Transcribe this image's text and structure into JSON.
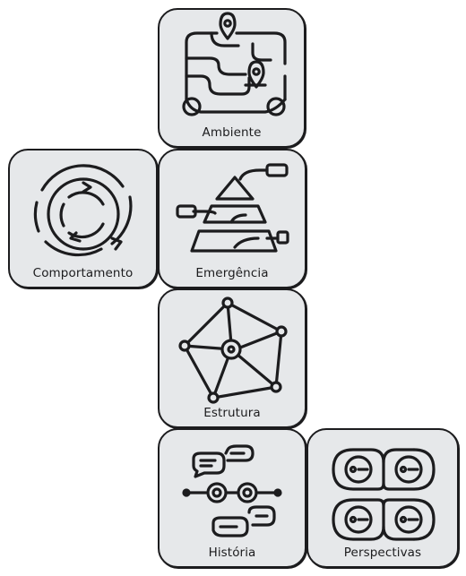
{
  "tiles": {
    "ambiente": {
      "label": "Ambiente",
      "icon": "map-icon"
    },
    "comportamento": {
      "label": "Comportamento",
      "icon": "cycle-icon"
    },
    "emergencia": {
      "label": "Emergência",
      "icon": "pyramid-icon"
    },
    "estrutura": {
      "label": "Estrutura",
      "icon": "network-icon"
    },
    "historia": {
      "label": "História",
      "icon": "timeline-icon"
    },
    "perspectivas": {
      "label": "Perspectivas",
      "icon": "quadrants-icon"
    }
  },
  "colors": {
    "tile_background": "#e6e8ea",
    "ink": "#1c1c1e",
    "page_background": "#ffffff"
  }
}
